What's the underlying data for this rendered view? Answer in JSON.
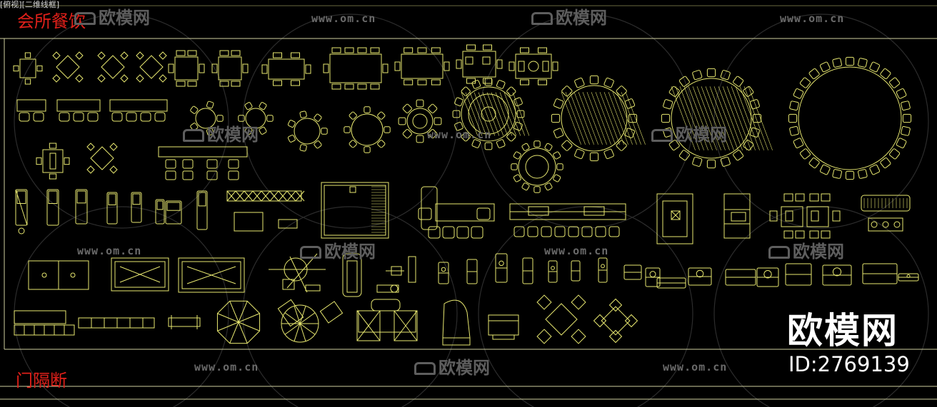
{
  "viewport": {
    "label": "[俯视][二维线框]"
  },
  "sections": {
    "top_title": "会所餐饮",
    "bottom_title": "门隔断"
  },
  "watermarks": {
    "brand_text": "欧模网",
    "url_text": "www.om.cn"
  },
  "brand_overlay": {
    "name": "欧模网",
    "id_text": "ID:2769139"
  },
  "colors": {
    "background": "#000000",
    "line_yellow": "#e8e870",
    "frame_line": "#d0d0a0",
    "title_red": "#e0201a",
    "watermark_gray": "#5e5e5e",
    "overlay_white": "#ffffff"
  },
  "icons": {
    "furniture": "cad-furniture-block-icon",
    "watermark_logo": "sofa-logo-icon"
  }
}
